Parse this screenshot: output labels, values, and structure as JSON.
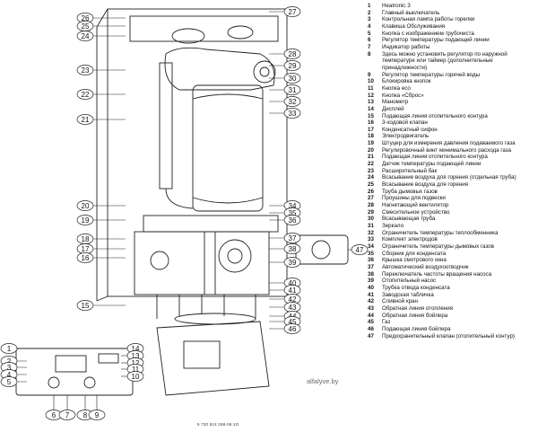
{
  "legend": [
    {
      "n": "1",
      "t": "Heatronic 3"
    },
    {
      "n": "2",
      "t": "Главный выключатель"
    },
    {
      "n": "3",
      "t": "Контрольная лампа работы горелки"
    },
    {
      "n": "4",
      "t": "Клавиша Обслуживания"
    },
    {
      "n": "5",
      "t": "Кнопка с изображением трубочиста"
    },
    {
      "n": "6",
      "t": "Регулятор температуры подающей линии"
    },
    {
      "n": "7",
      "t": "Индикатор работы"
    },
    {
      "n": "8",
      "t": "Здесь можно установить регулятор по наружной температуре или таймер (дополнительные принадлежности)"
    },
    {
      "n": "9",
      "t": "Регулятор температуры горячей воды"
    },
    {
      "n": "10",
      "t": "Блокировка кнопок"
    },
    {
      "n": "11",
      "t": "Кнопка eco"
    },
    {
      "n": "12",
      "t": "Кнопка «Сброс»"
    },
    {
      "n": "13",
      "t": "Манометр"
    },
    {
      "n": "14",
      "t": "Дисплей"
    },
    {
      "n": "15",
      "t": "Подающая линия отопительного контура"
    },
    {
      "n": "16",
      "t": "3-ходовой клапан"
    },
    {
      "n": "17",
      "t": "Конденсатный сифон"
    },
    {
      "n": "18",
      "t": "Электродвигатель"
    },
    {
      "n": "19",
      "t": "Штуцер для измерения давления подаваемого газа"
    },
    {
      "n": "20",
      "t": "Регулировочный винт минимального расхода газа"
    },
    {
      "n": "21",
      "t": "Подающая линия отопительного контура"
    },
    {
      "n": "22",
      "t": "Датчик температуры подающей линии"
    },
    {
      "n": "23",
      "t": "Расширительный бак"
    },
    {
      "n": "24",
      "t": "Всасывание воздуха для горения (отдельная труба)"
    },
    {
      "n": "25",
      "t": "Всасывание воздуха для горения"
    },
    {
      "n": "26",
      "t": "Труба дымовых газов"
    },
    {
      "n": "27",
      "t": "Проушины для подвески"
    },
    {
      "n": "28",
      "t": "Нагнетающий вентилятор"
    },
    {
      "n": "29",
      "t": "Смесительное устройство"
    },
    {
      "n": "30",
      "t": "Всасывающая труба"
    },
    {
      "n": "31",
      "t": "Зеркало"
    },
    {
      "n": "32",
      "t": "Ограничитель температуры теплообменника"
    },
    {
      "n": "33",
      "t": "Комплект электродов"
    },
    {
      "n": "34",
      "t": "Ограничитель температуры дымовых газов"
    },
    {
      "n": "35",
      "t": "Сборник для конденсата"
    },
    {
      "n": "36",
      "t": "Крышка смотрового окна"
    },
    {
      "n": "37",
      "t": "Автоматический воздухоотводчик"
    },
    {
      "n": "38",
      "t": "Переключатель частоты вращения насоса"
    },
    {
      "n": "39",
      "t": "Отопительный насос"
    },
    {
      "n": "40",
      "t": "Трубка отвода конденсата"
    },
    {
      "n": "41",
      "t": "Заводская табличка"
    },
    {
      "n": "42",
      "t": "Сливной кран"
    },
    {
      "n": "43",
      "t": "Обратная линия отопления"
    },
    {
      "n": "44",
      "t": "Обратная линия бойлера"
    },
    {
      "n": "45",
      "t": "Газ"
    },
    {
      "n": "46",
      "t": "Подающая линия бойлера"
    },
    {
      "n": "47",
      "t": "Предохранительный клапан (отопительный контур)"
    }
  ],
  "callouts_left": [
    "26",
    "25",
    "24",
    "23",
    "22",
    "21",
    "20",
    "19",
    "18",
    "17",
    "16",
    "15"
  ],
  "callouts_right": [
    "27",
    "28",
    "29",
    "30",
    "31",
    "32",
    "33",
    "34",
    "35",
    "36",
    "37",
    "38",
    "39",
    "40",
    "41",
    "42",
    "43",
    "44",
    "45",
    "46"
  ],
  "panel_left": [
    "1",
    "2",
    "3",
    "4",
    "5"
  ],
  "panel_bottom": [
    "6",
    "7",
    "8",
    "9"
  ],
  "panel_right": [
    "14",
    "13",
    "12",
    "11",
    "10"
  ],
  "callout_47": "47",
  "watermark": "alfalyve.by",
  "drawing_code": "6 720 614 268-06.1O"
}
